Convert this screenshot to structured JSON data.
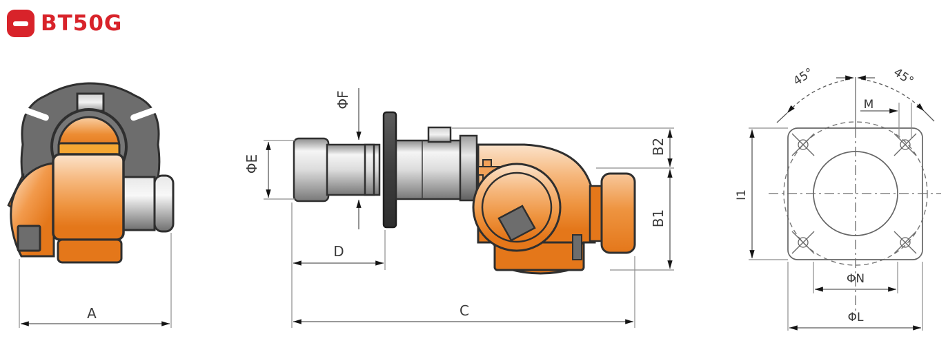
{
  "header": {
    "title": "BT50G"
  },
  "icons": {
    "badge": "minus-badge-icon"
  },
  "colors": {
    "brand_red": "#D8232A",
    "body_orange": "#E4771A",
    "orange_highlight": "#FBDDC0",
    "yellow_band": "#F5A733",
    "housing_gray": "#6D6D6D",
    "outline_dark": "#2F2F2F",
    "steel_light": "#F5F5F5",
    "steel_dark": "#7C7C7C",
    "flange_dark": "#404040",
    "dimension_line": "#5A5A5A",
    "label_text": "#3A3A3A"
  },
  "views": {
    "front": {
      "A": "A"
    },
    "side": {
      "phiF": "ΦF",
      "phiE": "ΦE",
      "D": "D",
      "C": "C",
      "B2": "B2",
      "B1": "B1"
    },
    "flange": {
      "angle_left": "45°",
      "angle_right": "45°",
      "M": "M",
      "I1": "I1",
      "phiN": "ΦN",
      "phiL": "ΦL"
    }
  }
}
